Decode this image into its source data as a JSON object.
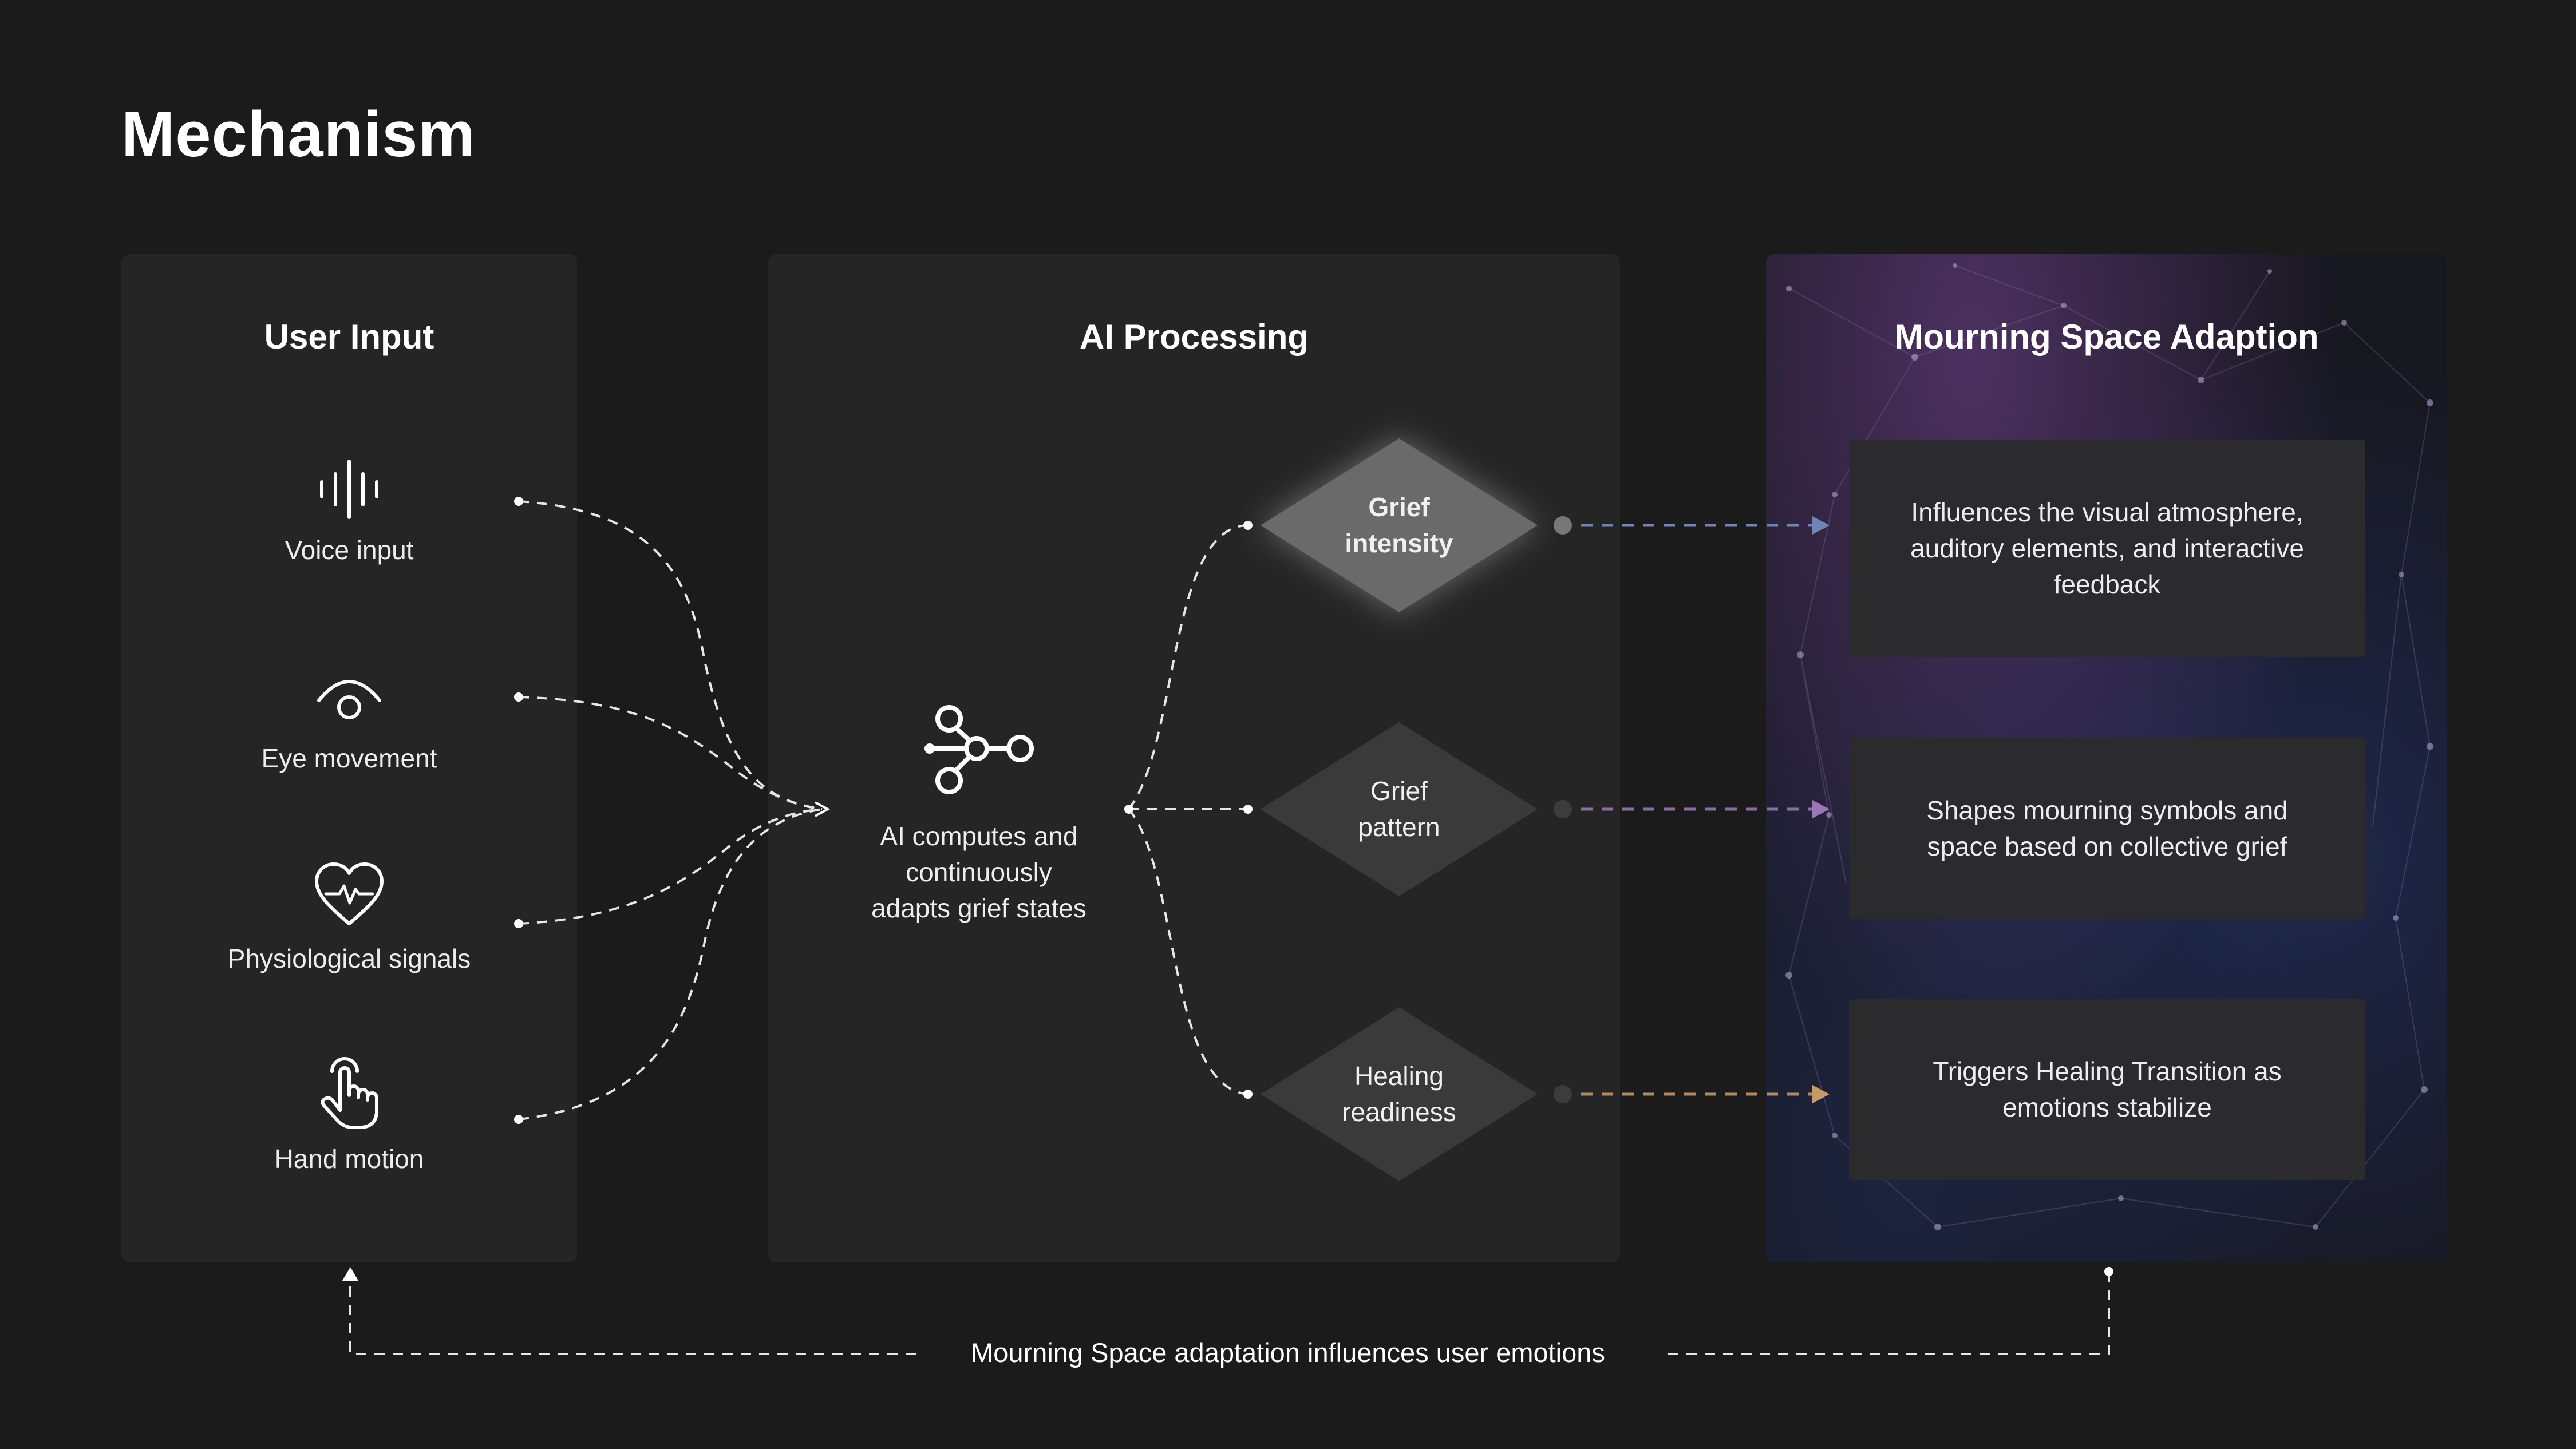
{
  "title": "Mechanism",
  "user_input": {
    "heading": "User Input",
    "items": [
      {
        "label": "Voice input",
        "icon": "voice-waveform-icon"
      },
      {
        "label": "Eye movement",
        "icon": "eye-icon"
      },
      {
        "label": "Physiological signals",
        "icon": "heart-pulse-icon"
      },
      {
        "label": "Hand motion",
        "icon": "hand-tap-icon"
      }
    ]
  },
  "ai_processing": {
    "heading": "AI Processing",
    "label_lines": [
      "AI computes and",
      "continuously",
      "adapts grief states"
    ],
    "icon": "network-nodes-icon",
    "states": [
      {
        "lines": [
          "Grief",
          "intensity"
        ],
        "highlighted": true
      },
      {
        "lines": [
          "Grief",
          "pattern"
        ],
        "highlighted": false
      },
      {
        "lines": [
          "Healing",
          "readiness"
        ],
        "highlighted": false
      }
    ]
  },
  "mourning_space": {
    "heading": "Mourning Space Adaption",
    "cards": [
      {
        "lines": [
          "Influences the visual atmosphere,",
          "auditory elements, and interactive",
          "feedback"
        ]
      },
      {
        "lines": [
          "Shapes mourning symbols and",
          "space based on collective grief"
        ]
      },
      {
        "lines": [
          "Triggers Healing Transition as",
          "emotions stabilize"
        ]
      }
    ]
  },
  "feedback_loop": {
    "label": "Mourning Space adaptation influences user emotions"
  },
  "colors": {
    "background": "#1c1b1c",
    "panel": "#252525",
    "arrow_blue": "#6f86b4",
    "arrow_purple": "#9a78b4",
    "arrow_orange": "#c79a6a"
  }
}
